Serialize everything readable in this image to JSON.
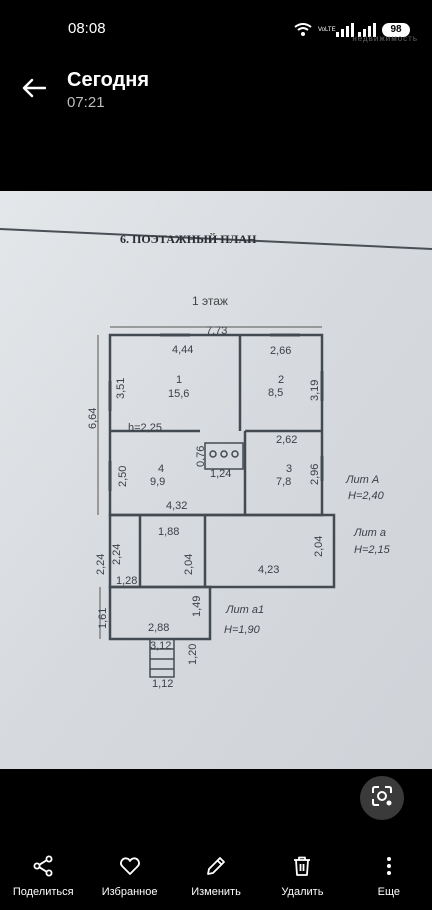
{
  "status_bar": {
    "time": "08:08",
    "battery": "98",
    "network_label": "VoLTE",
    "watermark": "недвижимость"
  },
  "header": {
    "title": "Сегодня",
    "subtitle": "07:21"
  },
  "photo": {
    "plan_heading": "6. ПОЭТАЖНЫЙ ПЛАН",
    "floor_label": "1 этаж",
    "dims": {
      "top_total": "7,73",
      "top_left": "4,44",
      "top_right": "2,66",
      "left_side": "6,64",
      "r1_height": "3,51",
      "r1_num": "1",
      "r1_area": "15,6",
      "r2_num": "2",
      "r2_area": "8,5",
      "r2_height": "3,19",
      "ceiling": "h=2,25",
      "stair_w": "0,76",
      "stair_area": "1,24",
      "r3_top": "2,62",
      "r3_num": "3",
      "r3_area": "7,8",
      "r3_height": "2,96",
      "r4_height": "2,50",
      "r4_num": "4",
      "r4_area": "9,9",
      "mid_width": "4,32",
      "a_left": "2,24",
      "a_left2": "2,24",
      "a_inner_top": "1,88",
      "a_inner_h": "2,04",
      "a_right_h": "2,04",
      "a_bottom": "4,23",
      "a_bottom_left": "1,28",
      "a1_left": "1,61",
      "a1_right": "1,49",
      "a1_bottom": "2,88",
      "stairs_w": "3,12",
      "stairs_h": "1,20",
      "stairs_bottom": "1,12"
    },
    "lit_a": "Лит А",
    "lit_a_h": "Н=2,40",
    "lit_a_small": "Лит а",
    "lit_a_small_h": "Н=2,15",
    "lit_a1": "Лит а1",
    "lit_a1_h": "Н=1,90"
  },
  "toolbar": {
    "share": "Поделиться",
    "favorite": "Избранное",
    "edit": "Изменить",
    "delete": "Удалить",
    "more": "Еще"
  }
}
